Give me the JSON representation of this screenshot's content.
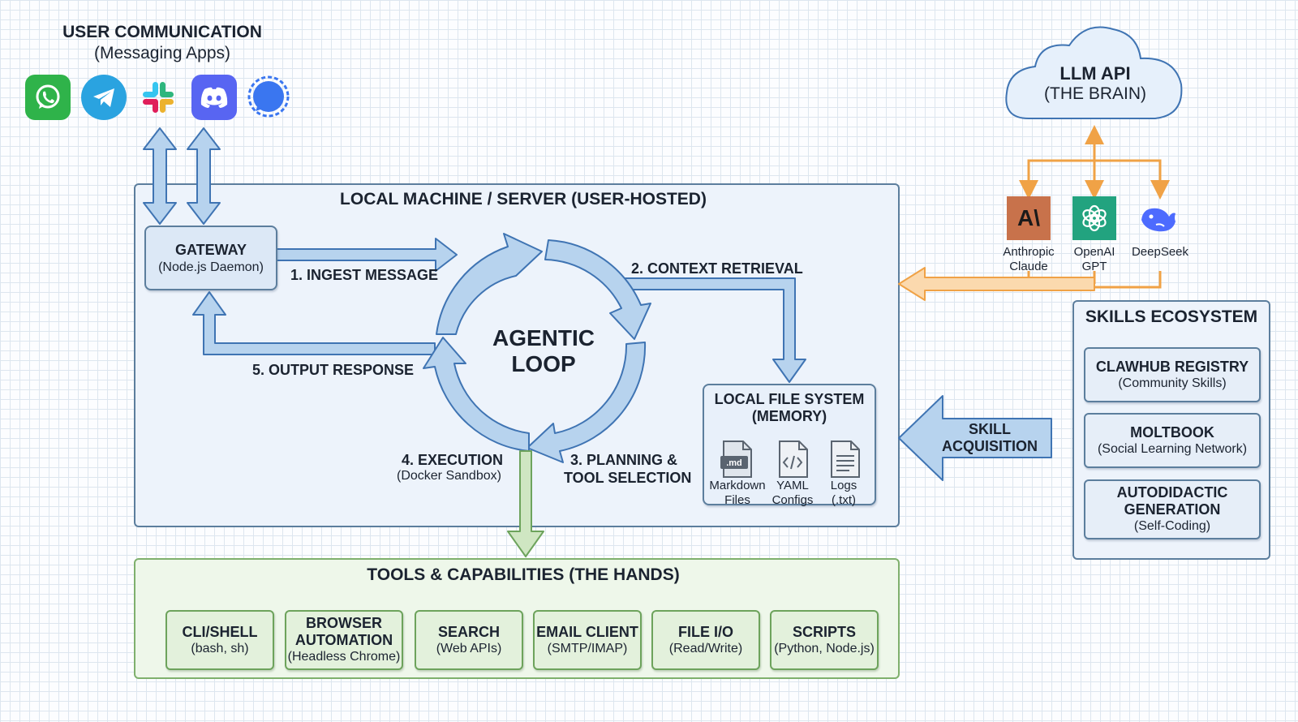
{
  "user_comm": {
    "title": "USER COMMUNICATION",
    "subtitle": "(Messaging Apps)"
  },
  "apps": [
    {
      "icon": "whatsapp-icon",
      "color": "#2fb34a"
    },
    {
      "icon": "telegram-icon",
      "color": "#2aa3e0"
    },
    {
      "icon": "slack-icon",
      "color": "#ffffff"
    },
    {
      "icon": "discord-icon",
      "color": "#5865f2"
    },
    {
      "icon": "signal-icon",
      "color": "#3a76f0"
    }
  ],
  "local_machine": {
    "title": "LOCAL MACHINE / SERVER (USER-HOSTED)"
  },
  "gateway": {
    "title": "GATEWAY",
    "subtitle": "(Node.js Daemon)"
  },
  "agentic_loop": {
    "line1": "AGENTIC",
    "line2": "LOOP"
  },
  "steps": {
    "ingest": "1. INGEST MESSAGE",
    "context": "2. CONTEXT RETRIEVAL",
    "planning_1": "3. PLANNING &",
    "planning_2": "TOOL SELECTION",
    "execution": "4. EXECUTION",
    "execution_sub": "(Docker Sandbox)",
    "output": "5. OUTPUT RESPONSE"
  },
  "file_system": {
    "title_1": "LOCAL FILE SYSTEM",
    "title_2": "(MEMORY)",
    "md_label": ".md",
    "files": [
      {
        "icon": "markdown-file-icon",
        "line1": "Markdown",
        "line2": "Files"
      },
      {
        "icon": "yaml-file-icon",
        "line1": "YAML",
        "line2": "Configs"
      },
      {
        "icon": "log-file-icon",
        "line1": "Logs",
        "line2": "(.txt)"
      }
    ]
  },
  "llm_api": {
    "title": "LLM API",
    "subtitle": "(THE BRAIN)"
  },
  "llms": [
    {
      "icon": "anthropic-icon",
      "line1": "Anthropic",
      "line2": "Claude",
      "logo_text": "A\\",
      "color": "#c8724b"
    },
    {
      "icon": "openai-icon",
      "line1": "OpenAI",
      "line2": "GPT",
      "color": "#22a37f"
    },
    {
      "icon": "deepseek-icon",
      "line1": "DeepSeek",
      "line2": "",
      "color": "#4d6bfe"
    }
  ],
  "skills": {
    "title": "SKILLS ECOSYSTEM",
    "acquisition_1": "SKILL",
    "acquisition_2": "ACQUISITION",
    "items": [
      {
        "title": "CLAWHUB REGISTRY",
        "subtitle": "(Community Skills)"
      },
      {
        "title": "MOLTBOOK",
        "subtitle": "(Social Learning Network)"
      },
      {
        "title_1": "AUTODIDACTIC",
        "title_2": "GENERATION",
        "subtitle": "(Self-Coding)"
      }
    ]
  },
  "tools": {
    "title": "TOOLS & CAPABILITIES (THE HANDS)",
    "items": [
      {
        "title": "CLI/SHELL",
        "subtitle": "(bash, sh)"
      },
      {
        "title_1": "BROWSER",
        "title_2": "AUTOMATION",
        "subtitle": "(Headless Chrome)"
      },
      {
        "title": "SEARCH",
        "subtitle": "(Web APIs)"
      },
      {
        "title": "EMAIL CLIENT",
        "subtitle": "(SMTP/IMAP)"
      },
      {
        "title": "FILE I/O",
        "subtitle": "(Read/Write)"
      },
      {
        "title": "SCRIPTS",
        "subtitle": "(Python, Node.js)"
      }
    ]
  },
  "colors": {
    "blue_arrow": "#b7d3ee",
    "blue_arrow_stroke": "#3f74b3",
    "orange": "#f0a246",
    "green_arrow": "#cfe6c2",
    "green_stroke": "#6da35c"
  }
}
